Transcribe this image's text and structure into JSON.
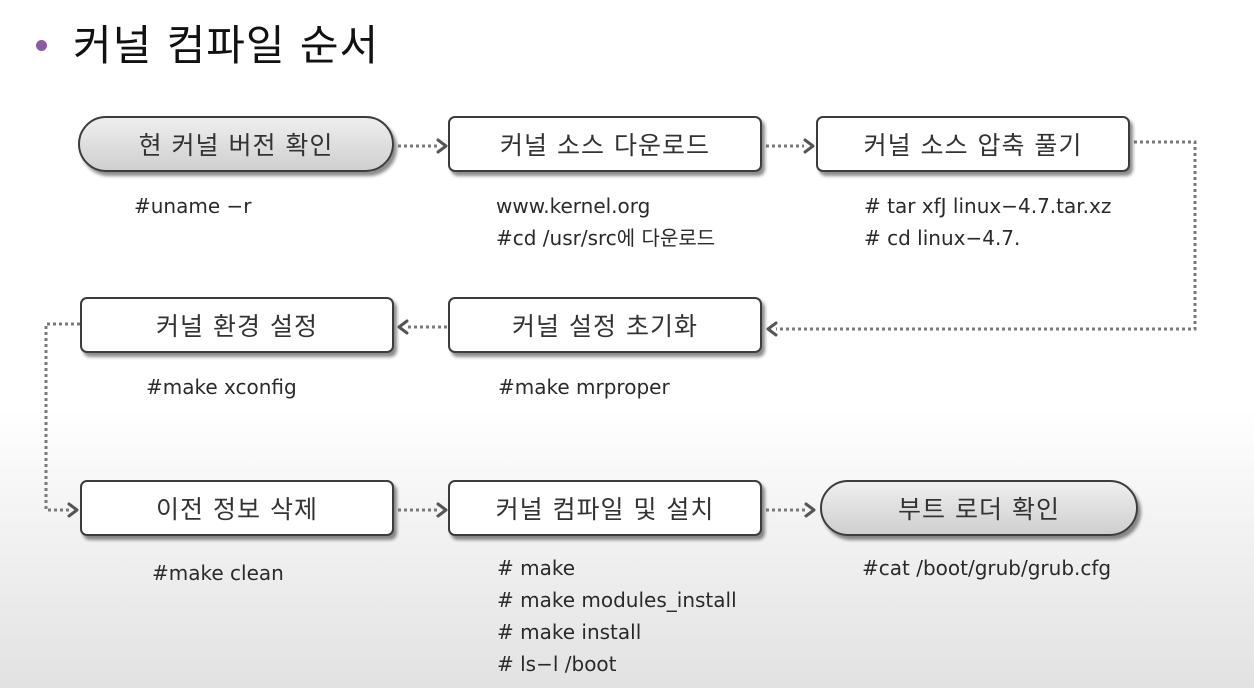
{
  "title": "커널 컴파일 순서",
  "colors": {
    "bullet": "#8c5ba6",
    "pill_fill": "#d4d4d4",
    "border": "#3c3c3c"
  },
  "steps": [
    {
      "label": "현 커널 버전 확인",
      "shape": "pill",
      "commands": [
        "#uname −r"
      ]
    },
    {
      "label": "커널 소스 다운로드",
      "shape": "box",
      "commands": [
        "www.kernel.org",
        "#cd /usr/src에 다운로드"
      ]
    },
    {
      "label": "커널 소스 압축 풀기",
      "shape": "box",
      "commands": [
        "# tar xfJ linux−4.7.tar.xz",
        "# cd linux−4.7."
      ]
    },
    {
      "label": "커널 설정 초기화",
      "shape": "box",
      "commands": [
        "#make mrproper"
      ]
    },
    {
      "label": "커널 환경 설정",
      "shape": "box",
      "commands": [
        "#make xconfig"
      ]
    },
    {
      "label": "이전 정보 삭제",
      "shape": "box",
      "commands": [
        "#make clean"
      ]
    },
    {
      "label": "커널 컴파일 및 설치",
      "shape": "box",
      "commands": [
        "# make",
        "# make modules_install",
        "# make install",
        "# ls−l  /boot"
      ]
    },
    {
      "label": "부트 로더 확인",
      "shape": "pill",
      "commands": [
        "#cat  /boot/grub/grub.cfg"
      ]
    }
  ]
}
